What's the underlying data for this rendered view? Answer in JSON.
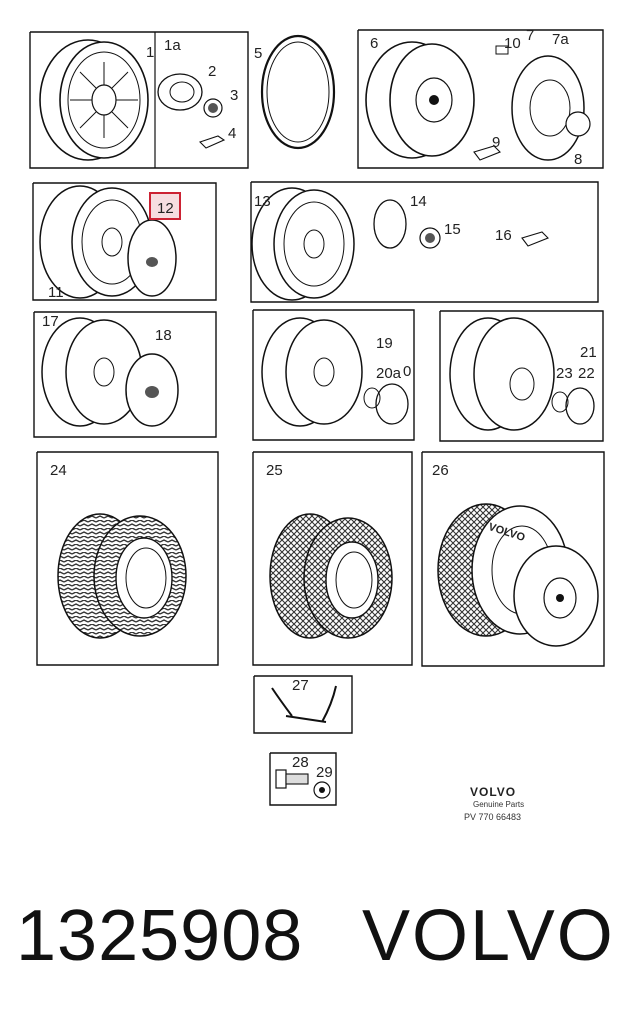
{
  "callouts": {
    "c1": "1",
    "c1a": "1a",
    "c2": "2",
    "c3": "3",
    "c4": "4",
    "c5": "5",
    "c6": "6",
    "c7": "7",
    "c7a": "7a",
    "c8": "8",
    "c9": "9",
    "c10": "10",
    "c11": "11",
    "c12": "12",
    "c13": "13",
    "c14": "14",
    "c15": "15",
    "c16": "16",
    "c17": "17",
    "c18": "18",
    "c19": "19",
    "c20a": "20a",
    "c20": "0",
    "c21": "21",
    "c22": "22",
    "c23": "23",
    "c24": "24",
    "c25": "25",
    "c26": "26",
    "c27": "27",
    "c28": "28",
    "c29": "29"
  },
  "tire_brand": "VOLVO",
  "logo": {
    "brand": "VOLVO",
    "subtitle": "Genuine Parts",
    "code": "PV  770  66483"
  },
  "footer": {
    "part_number": "1325908",
    "brand": "VOLVO"
  },
  "highlight_color": "#cc2233"
}
